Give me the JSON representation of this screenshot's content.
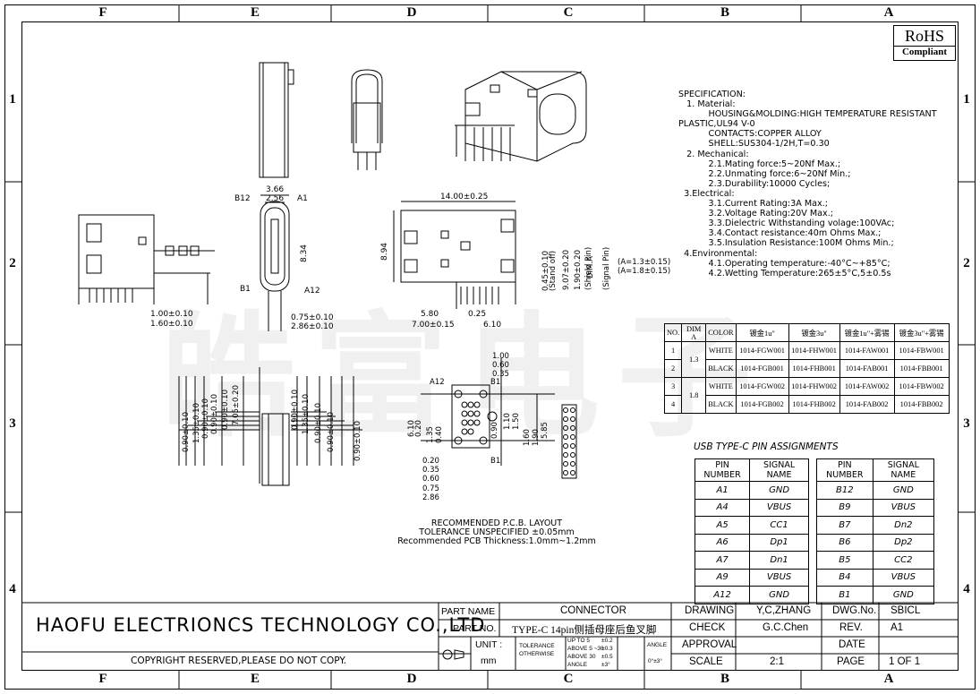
{
  "zones_top": [
    "F",
    "E",
    "D",
    "C",
    "B",
    "A"
  ],
  "zones_left": [
    "1",
    "2",
    "3",
    "4"
  ],
  "rohs": {
    "line1": "RoHS",
    "line2": "Compliant"
  },
  "watermark": "皓富电子",
  "spec_text": "SPECIFICATION:\n   1. Material:\n           HOUSING&MOLDING:HIGH TEMPERATURE RESISTANT\nPLASTIC,UL94 V-0\n           CONTACTS:COPPER ALLOY\n           SHELL:SUS304-1/2H,T=0.30\n   2. Mechanical:\n           2.1.Mating force:5~20Nf Max.;\n           2.2.Unmating force:6~20Nf Min.;\n           2.3.Durability:10000 Cycles;\n  3.Electrical:\n           3.1.Current Rating:3A Max.;\n           3.2.Voltage Rating:20V Max.;\n           3.3.Dielectric Withstanding volage:100VAc;\n           3.4.Contact resistance:40m Ohms Max.;\n           3.5.Insulation Resistance:100M Ohms Min.;\n  4.Environmental:\n           4.1.Operating temperature:-40°C~+85°C;\n           4.2.Wetting Temperature:265±5°C,5±0.5s",
  "pn_table": {
    "headers": [
      "NO.",
      "DIM A",
      "COLOR",
      "镀金1u\"",
      "镀金3u\"",
      "镀金1u\"+雾锡",
      "镀金3u\"+雾锡"
    ],
    "rows": [
      {
        "no": "1",
        "dim": "1.3",
        "color": "WHITE",
        "c1": "1014-FGW001",
        "c2": "1014-FHW001",
        "c3": "1014-FAW001",
        "c4": "1014-FBW001"
      },
      {
        "no": "2",
        "dim": "",
        "color": "BLACK",
        "c1": "1014-FGB001",
        "c2": "1014-FHB001",
        "c3": "1014-FAB001",
        "c4": "1014-FBB001"
      },
      {
        "no": "3",
        "dim": "1.8",
        "color": "WHITE",
        "c1": "1014-FGW002",
        "c2": "1014-FHW002",
        "c3": "1014-FAW002",
        "c4": "1014-FBW002"
      },
      {
        "no": "4",
        "dim": "",
        "color": "BLACK",
        "c1": "1014-FGB002",
        "c2": "1014-FHB002",
        "c3": "1014-FAB002",
        "c4": "1014-FBB002"
      }
    ]
  },
  "pin_title": "USB TYPE-C PIN ASSIGNMENTS",
  "pin_left": {
    "h1": "PIN NUMBER",
    "h2": "SIGNAL NAME",
    "rows": [
      [
        "A1",
        "GND"
      ],
      [
        "A4",
        "VBUS"
      ],
      [
        "A5",
        "CC1"
      ],
      [
        "A6",
        "Dp1"
      ],
      [
        "A7",
        "Dn1"
      ],
      [
        "A9",
        "VBUS"
      ],
      [
        "A12",
        "GND"
      ]
    ]
  },
  "pin_right": {
    "h1": "PIN NUMBER",
    "h2": "SIGNAL NAME",
    "rows": [
      [
        "B12",
        "GND"
      ],
      [
        "B9",
        "VBUS"
      ],
      [
        "B7",
        "Dn2"
      ],
      [
        "B6",
        "Dp2"
      ],
      [
        "B5",
        "CC2"
      ],
      [
        "B4",
        "VBUS"
      ],
      [
        "B1",
        "GND"
      ]
    ]
  },
  "pcb_note": {
    "l1": "RECOMMENDED   P.C.B. LAYOUT",
    "l2": "TOLERANCE  UNSPECIFIED ±0.05mm",
    "l3": "Recommended PCB Thickness:1.0mm~1.2mm"
  },
  "dims": {
    "top_w1": "3.66",
    "top_w2": "2.56",
    "b12": "B12",
    "a1": "A1",
    "b1": "B1",
    "a12": "A12",
    "h834": "8.34",
    "d075": "0.75±0.10",
    "d286": "2.86±0.10",
    "d100": "1.00±0.10",
    "d160": "1.60±0.10",
    "d1400": "14.00±0.25",
    "d894": "8.94",
    "d580": "5.80",
    "d025": "0.25",
    "d700": "7.00±0.15",
    "d610": "6.10",
    "v045": "0.45±0.10",
    "v045b": "(Stand off)",
    "v907": "9.07±0.20",
    "v190": "1.90±0.20",
    "v190b": "(Shield Pin)",
    "vdima": "DIM.A",
    "vdimab": "(Signal Pin)",
    "vdimac": "(A=1.3±0.15)",
    "vdimad": "(A=1.8±0.15)",
    "l090a": "0.90±0.10",
    "l135a": "1.35±0.10",
    "l090b": "0.90±0.10",
    "l090c": "0.90±0.10",
    "l090d": "0.90±0.10",
    "l705": "7.05±0.20",
    "r090a": "0.90±0.10",
    "r135": "1.35±0.10",
    "r090b": "0.90±0.10",
    "r090c": "0.90±0.10",
    "r090d": "0.90±0.10",
    "p100": "1.00",
    "p060": "0.60",
    "p035": "0.35",
    "pa12": "A12",
    "pb1": "B1",
    "pb1b": "B1",
    "p610": "6.10",
    "p020": "0.20",
    "p135": "1.35",
    "p040": "0.40",
    "p090": "0.90",
    "p110": "1.10",
    "p150": "1.50",
    "p160": "1.60",
    "p190": "1.90",
    "p585": "5.85",
    "q020": "0.20",
    "q035": "0.35",
    "q060": "0.60",
    "q075": "0.75",
    "q286": "2.86"
  },
  "title_block": {
    "company": "HAOFU ELECTRIONCS TECHNOLOGY CO.,LTD",
    "copyright": "COPYRIGHT RESERVED,PLEASE DO NOT COPY.",
    "part_name_label": "PART NAME",
    "part_name": "CONNECTOR",
    "part_no_label": "PART NO.",
    "part_no": "TYPE-C 14pin侧插母座后鱼叉脚",
    "unit_label": "UNIT :",
    "unit": "mm",
    "tol_label": "TOLERANCE OTHERWISE",
    "tol_rows": [
      [
        "UP TO 5",
        "±0.2"
      ],
      [
        "ABOVE 5 ~30",
        "±0.3"
      ],
      [
        "ABOVE 30",
        "±0.5"
      ],
      [
        "ANGLE",
        "±3°"
      ]
    ],
    "angle_label": "ANGLE",
    "angle_val": "0°±3°",
    "drawing_label": "DRAWING",
    "drawing": "Y,C,ZHANG",
    "check_label": "CHECK",
    "check": "G.C.Chen",
    "approval_label": "APPROVAL",
    "approval": "",
    "scale_label": "SCALE",
    "scale": "2:1",
    "dwg_label": "DWG.No.",
    "dwg": "SBICL",
    "rev_label": "REV.",
    "rev": "A1",
    "date_label": "DATE",
    "date": "",
    "page_label": "PAGE",
    "page": "1 OF 1"
  }
}
